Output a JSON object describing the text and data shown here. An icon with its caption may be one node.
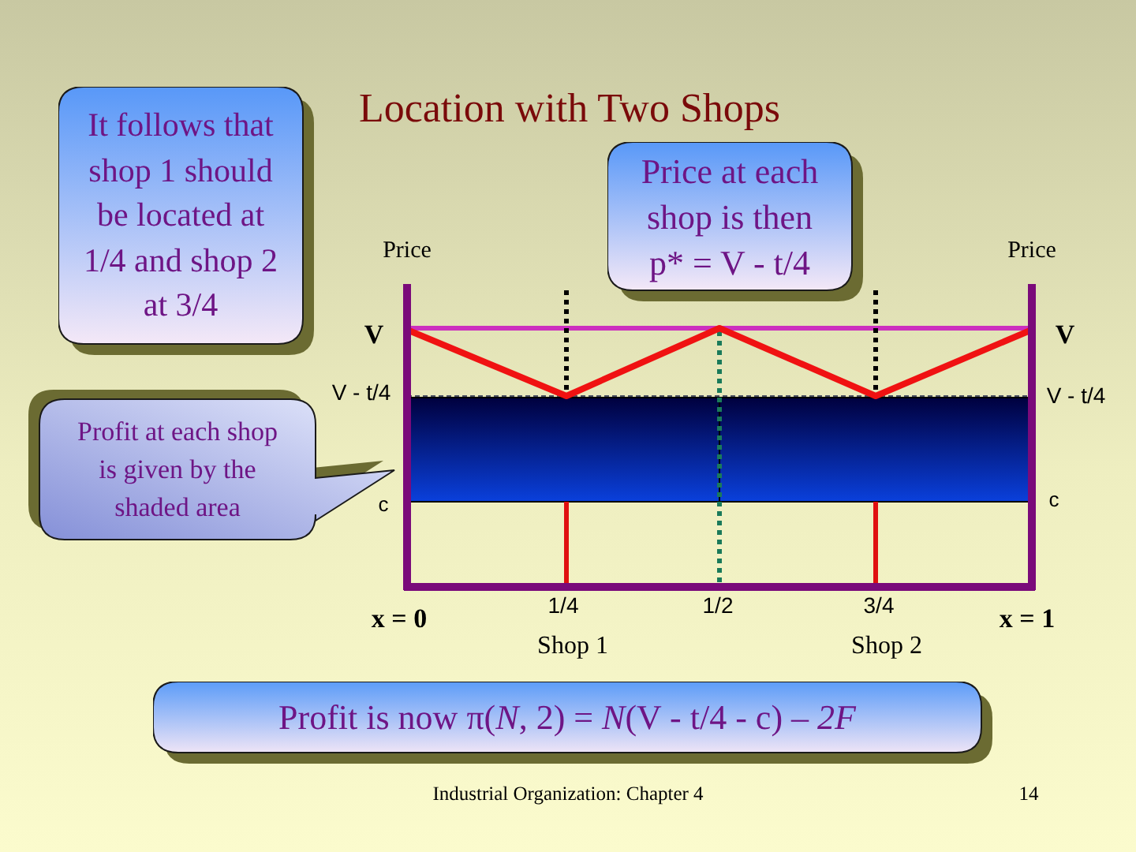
{
  "diagram": {
    "title": "Location with Two Shops",
    "nodes": [
      {
        "text": [
          "It follows that shop 1 should be located at 1/4 and shop 2 at 3/4"
        ]
      },
      {
        "text": [
          "Price at each shop is then p* = V - t/4"
        ]
      },
      {
        "text": [
          "Profit at each shop is given by the shaded area"
        ]
      },
      {
        "text": [
          "Profit is now π(*N*, 2) = *N*(V - t/4 - c) – *2F*"
        ]
      }
    ],
    "labels": [
      "Price",
      "Price",
      "V",
      "V",
      "V - t/4",
      "V - t/4",
      "c",
      "c",
      "x = 0",
      "1/4",
      "1/2",
      "3/4",
      "x = 1",
      "Shop 1",
      "Shop 2",
      "Industrial Organization: Chapter 4",
      "14"
    ]
  }
}
